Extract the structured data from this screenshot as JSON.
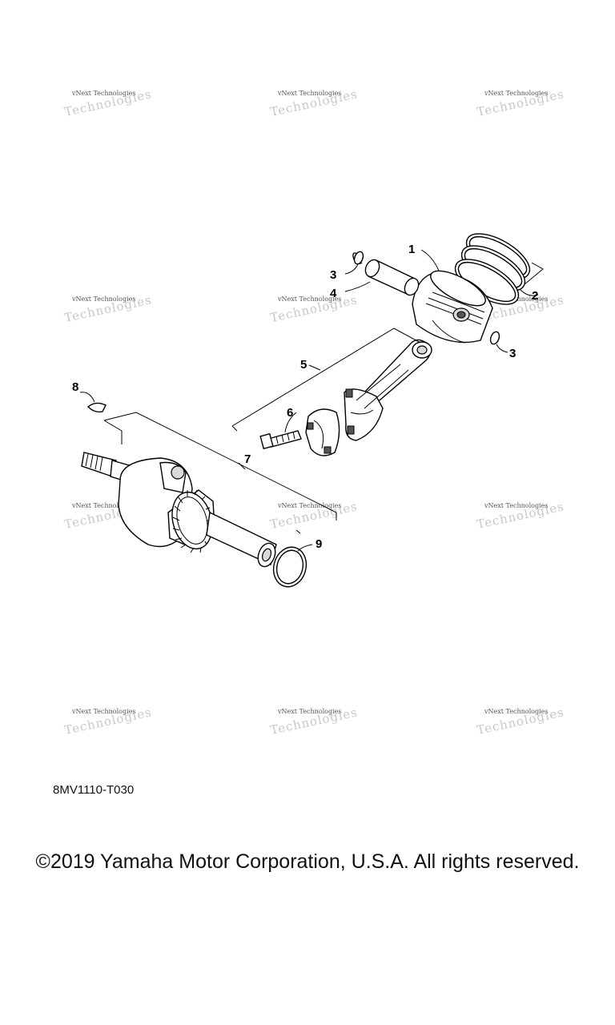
{
  "diagram": {
    "code": "8MV1110-T030",
    "copyright": "©2019 Yamaha Motor Corporation, U.S.A. All rights reserved.",
    "callouts": [
      "1",
      "2",
      "3",
      "3",
      "4",
      "5",
      "6",
      "7",
      "8",
      "9"
    ],
    "watermark": {
      "line1": "vNext Technologies",
      "line2": "Technologies"
    }
  }
}
